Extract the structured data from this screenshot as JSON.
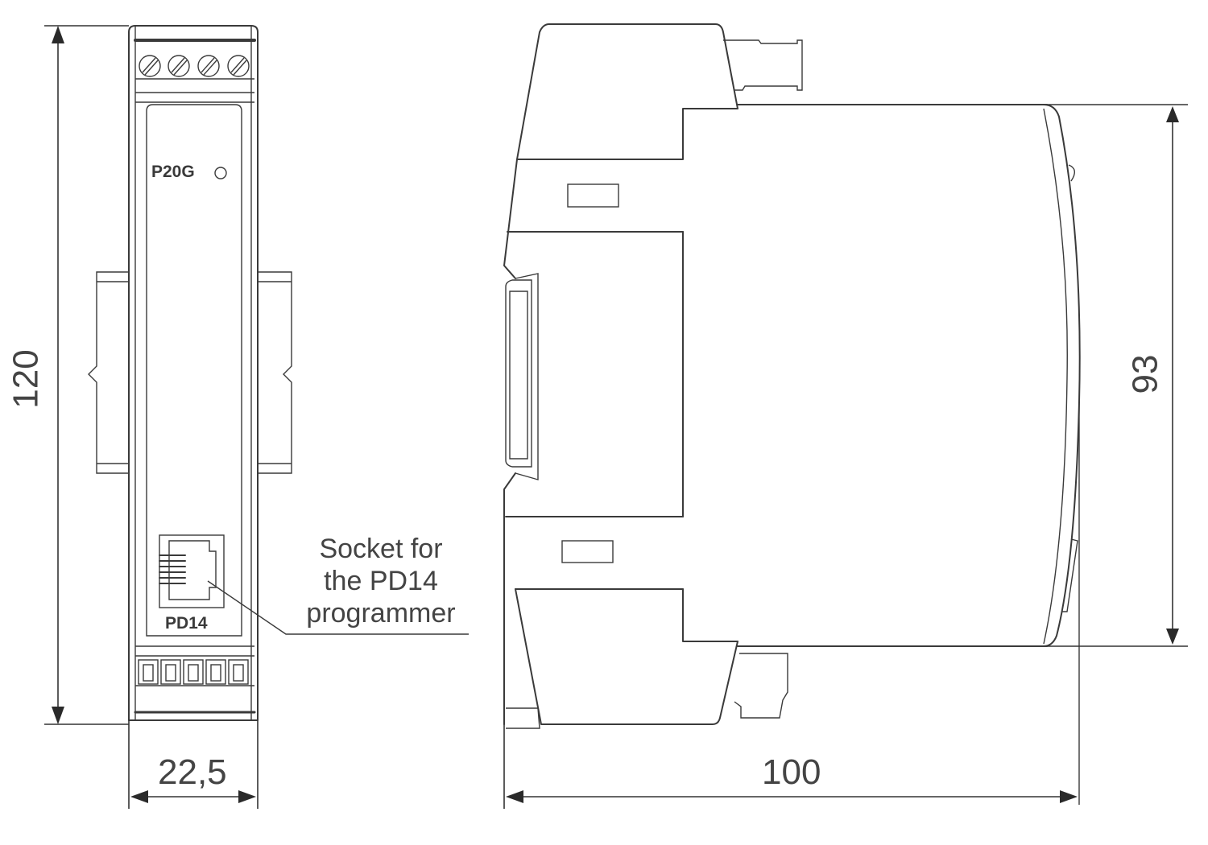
{
  "drawing": {
    "front_view": {
      "model_label": "P20G",
      "socket_label": "PD14",
      "top_terminals": 4,
      "bottom_terminals": 5
    },
    "callout": {
      "line1": "Socket for",
      "line2": "the PD14",
      "line3": "programmer"
    },
    "dimensions": {
      "height": "120",
      "width": "22,5",
      "depth": "100",
      "side_height": "93"
    },
    "colors": {
      "line": "#3a3a3a",
      "background": "#ffffff"
    }
  }
}
